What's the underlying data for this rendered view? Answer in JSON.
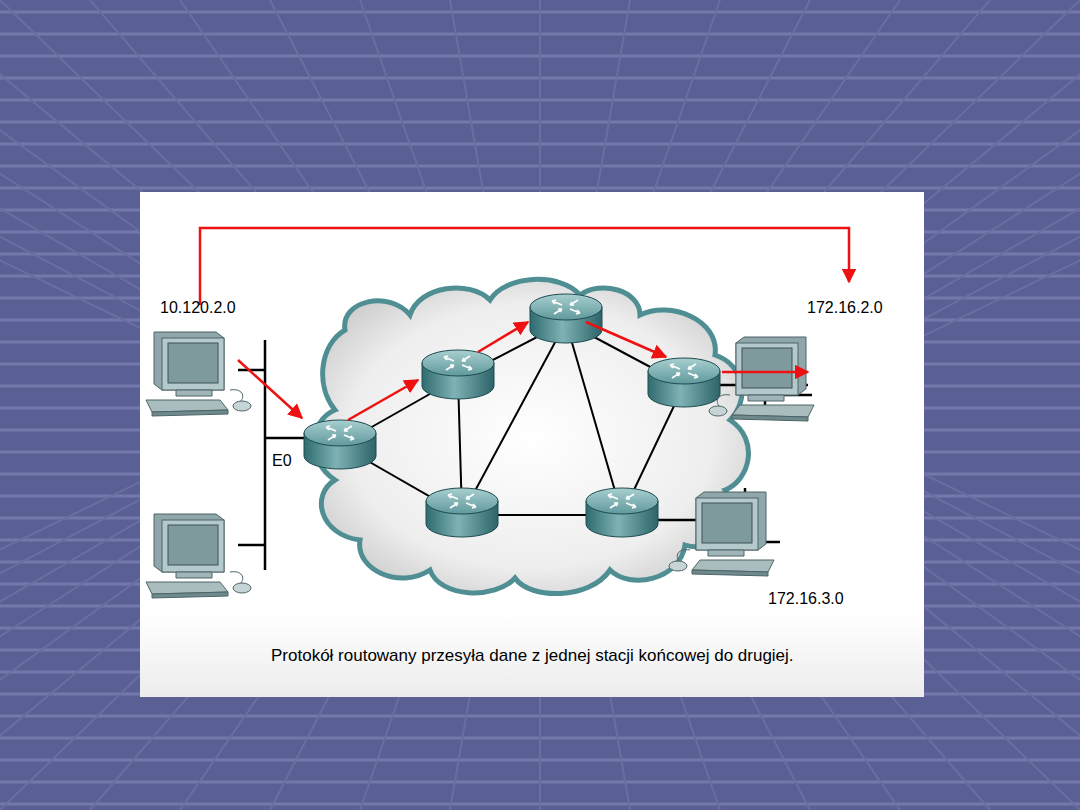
{
  "diagram": {
    "caption": "Protokół routowany przesyła dane z jednej stacji końcowej do drugiej.",
    "labels": [
      "10.120.2.0",
      "172.16.2.0",
      "E0",
      "172.16.3.0"
    ]
  }
}
